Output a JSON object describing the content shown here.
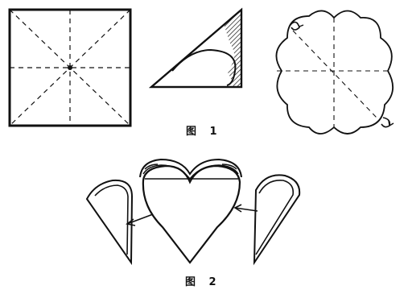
{
  "figures": [
    {
      "caption": "图 1"
    },
    {
      "caption": "图 2"
    }
  ],
  "colors": {
    "ink": "#111111",
    "paper": "#ffffff"
  },
  "icons": {
    "figure1": [
      "folded-square-sheet",
      "folded-triangle-with-arc",
      "unfolded-flower-shape"
    ],
    "figure2": [
      "heart-basket",
      "left-heart-flap",
      "right-heart-flap"
    ]
  }
}
